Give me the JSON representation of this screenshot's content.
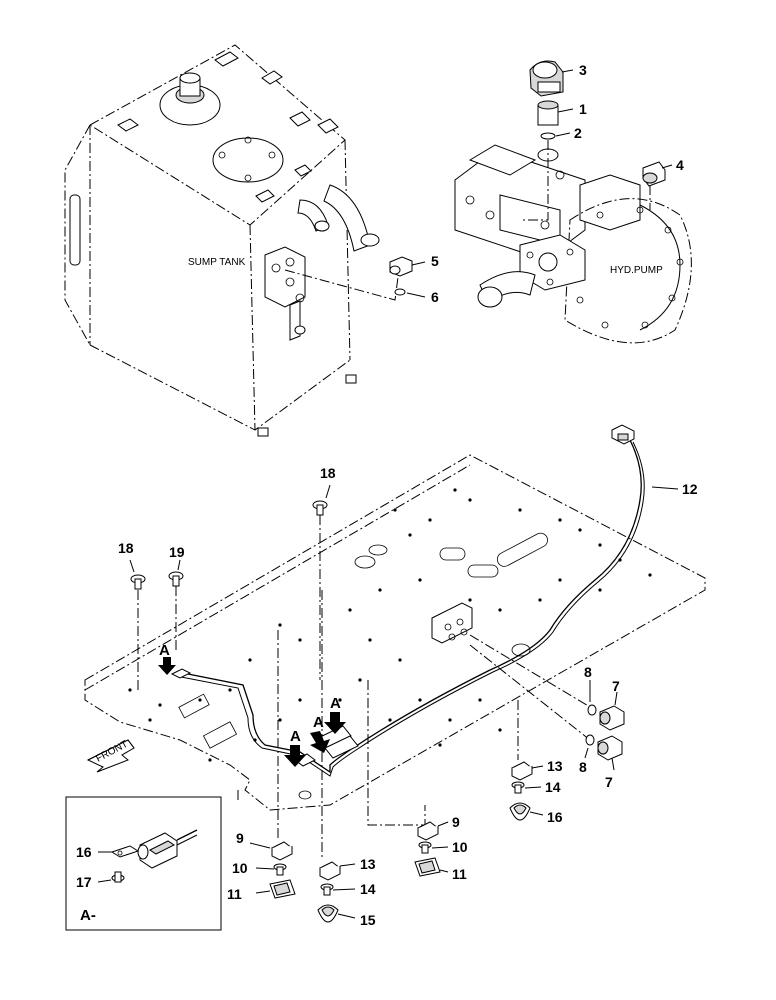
{
  "labels": {
    "sump_tank": "SUMP TANK",
    "hyd_pump": "HYD.PUMP",
    "front": "FRONT",
    "view_a": "A-",
    "arrow_a": "A"
  },
  "callouts": [
    "1",
    "2",
    "3",
    "4",
    "5",
    "6",
    "7",
    "7",
    "8",
    "8",
    "9",
    "9",
    "10",
    "10",
    "11",
    "11",
    "12",
    "13",
    "13",
    "14",
    "14",
    "15",
    "15",
    "16",
    "17",
    "18",
    "18",
    "19"
  ]
}
